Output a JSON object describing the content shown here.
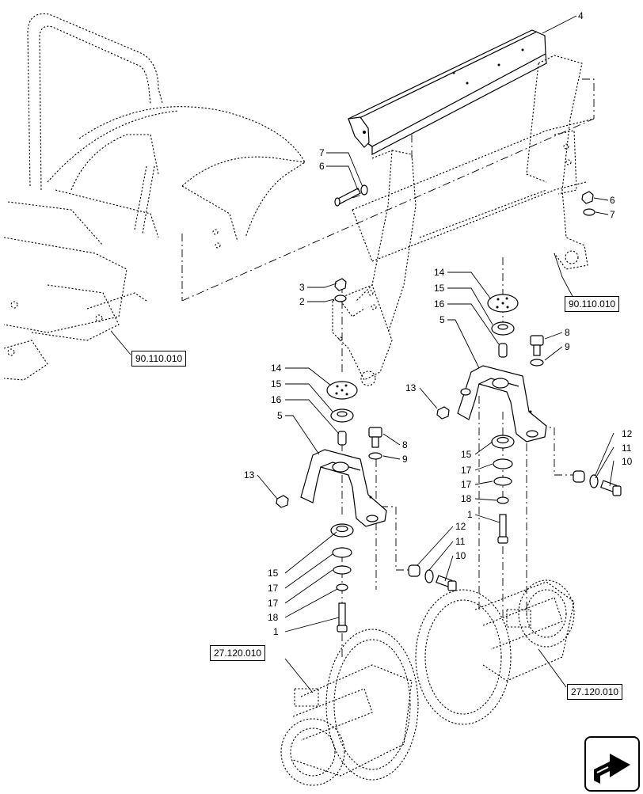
{
  "callouts": [
    {
      "id": "c4",
      "text": "4"
    },
    {
      "id": "c7a",
      "text": "7"
    },
    {
      "id": "c6a",
      "text": "6"
    },
    {
      "id": "c6b",
      "text": "6"
    },
    {
      "id": "c7b",
      "text": "7"
    },
    {
      "id": "c3",
      "text": "3"
    },
    {
      "id": "c2",
      "text": "2"
    },
    {
      "id": "c14a",
      "text": "14"
    },
    {
      "id": "c15a",
      "text": "15"
    },
    {
      "id": "c16a",
      "text": "16"
    },
    {
      "id": "c5a",
      "text": "5"
    },
    {
      "id": "c8a",
      "text": "8"
    },
    {
      "id": "c9a",
      "text": "9"
    },
    {
      "id": "c13a",
      "text": "13"
    },
    {
      "id": "c14b",
      "text": "14"
    },
    {
      "id": "c15b",
      "text": "15"
    },
    {
      "id": "c16b",
      "text": "16"
    },
    {
      "id": "c5b",
      "text": "5"
    },
    {
      "id": "c8b",
      "text": "8"
    },
    {
      "id": "c9b",
      "text": "9"
    },
    {
      "id": "c13b",
      "text": "13"
    },
    {
      "id": "c15c",
      "text": "15"
    },
    {
      "id": "c17a",
      "text": "17"
    },
    {
      "id": "c17b",
      "text": "17"
    },
    {
      "id": "c18a",
      "text": "18"
    },
    {
      "id": "c1a",
      "text": "1"
    },
    {
      "id": "c12a",
      "text": "12"
    },
    {
      "id": "c11a",
      "text": "11"
    },
    {
      "id": "c10a",
      "text": "10"
    },
    {
      "id": "c15d",
      "text": "15"
    },
    {
      "id": "c17c",
      "text": "17"
    },
    {
      "id": "c17d",
      "text": "17"
    },
    {
      "id": "c18b",
      "text": "18"
    },
    {
      "id": "c1b",
      "text": "1"
    },
    {
      "id": "c12b",
      "text": "12"
    },
    {
      "id": "c11b",
      "text": "11"
    },
    {
      "id": "c10b",
      "text": "10"
    }
  ],
  "references": {
    "frame_left": "90.110.010",
    "frame_right": "90.110.010",
    "axle_left": "27.120.010",
    "axle_right": "27.120.010"
  },
  "nav_icon": "next-page-arrow-icon"
}
